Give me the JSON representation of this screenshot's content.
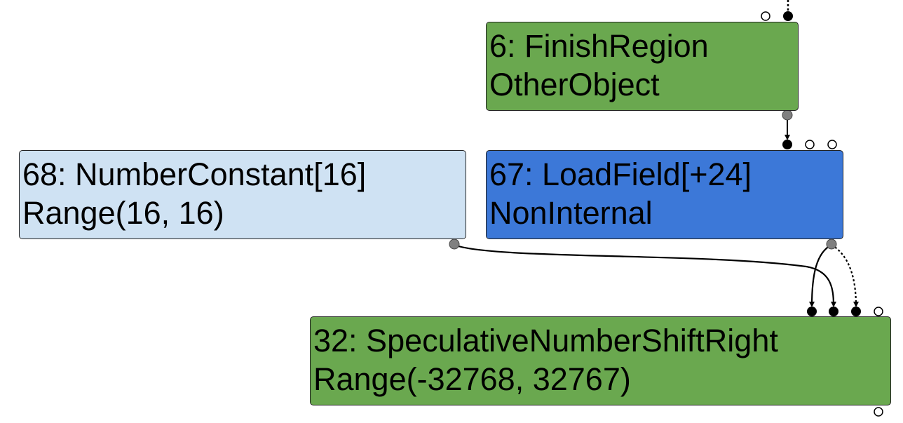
{
  "colors": {
    "green": "#6aa84f",
    "light_blue": "#cfe2f3",
    "blue": "#3c78d8",
    "edge": "#000000",
    "output_port": "#808080"
  },
  "nodes": [
    {
      "id": "node-6",
      "title": "6: FinishRegion",
      "subtitle": "OtherObject",
      "fill": "#6aa84f"
    },
    {
      "id": "node-68",
      "title": "68: NumberConstant[16]",
      "subtitle": "Range(16, 16)",
      "fill": "#cfe2f3"
    },
    {
      "id": "node-67",
      "title": "67: LoadField[+24]",
      "subtitle": "NonInternal",
      "fill": "#3c78d8"
    },
    {
      "id": "node-32",
      "title": "32: SpeculativeNumberShiftRight",
      "subtitle": "Range(-32768, 32767)",
      "fill": "#6aa84f"
    }
  ],
  "edges": [
    {
      "from": "node-6",
      "to": "node-67",
      "style": "solid"
    },
    {
      "from": "node-68",
      "to": "node-32",
      "style": "solid"
    },
    {
      "from": "node-67",
      "to": "node-32",
      "style": "solid"
    },
    {
      "from": "node-67",
      "to": "node-32",
      "style": "dotted"
    }
  ]
}
